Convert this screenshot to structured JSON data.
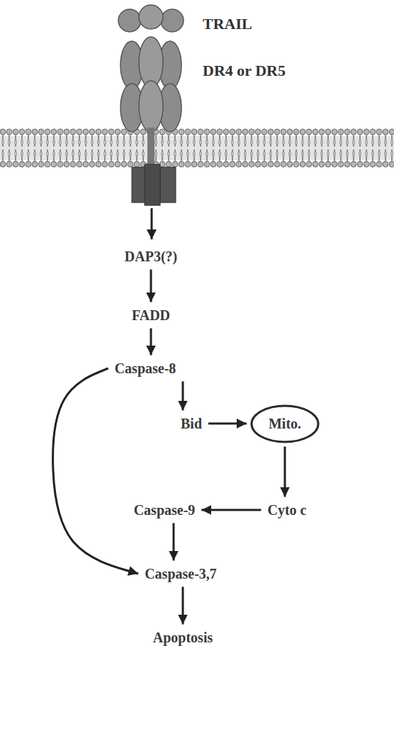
{
  "diagram": {
    "nodes": [
      {
        "text": [
          "DAP3(?)"
        ]
      },
      {
        "text": [
          "FADD"
        ]
      },
      {
        "text": [
          "Caspase-8"
        ]
      },
      {
        "text": [
          "Bid"
        ]
      },
      {
        "text": [
          "Mito."
        ]
      },
      {
        "text": [
          "Cyto c"
        ]
      },
      {
        "text": [
          "Caspase-9"
        ]
      },
      {
        "text": [
          "Caspase-3,7"
        ]
      },
      {
        "text": [
          "Apoptosis"
        ]
      }
    ],
    "edges": [
      {
        "from": 0,
        "to": 1,
        "arrow": "to"
      },
      {
        "from": 1,
        "to": 2,
        "arrow": "to"
      },
      {
        "from": 2,
        "to": 3,
        "arrow": "to"
      },
      {
        "from": 3,
        "to": 4,
        "arrow": "to"
      },
      {
        "from": 4,
        "to": 5,
        "arrow": "to"
      },
      {
        "from": 5,
        "to": 6,
        "arrow": "to"
      },
      {
        "from": 6,
        "to": 7,
        "arrow": "to"
      },
      {
        "from": 2,
        "to": 7,
        "arrow": "to"
      },
      {
        "from": 7,
        "to": 8,
        "arrow": "to"
      }
    ],
    "labels": [
      "TRAIL",
      "DR4 or DR5"
    ]
  }
}
